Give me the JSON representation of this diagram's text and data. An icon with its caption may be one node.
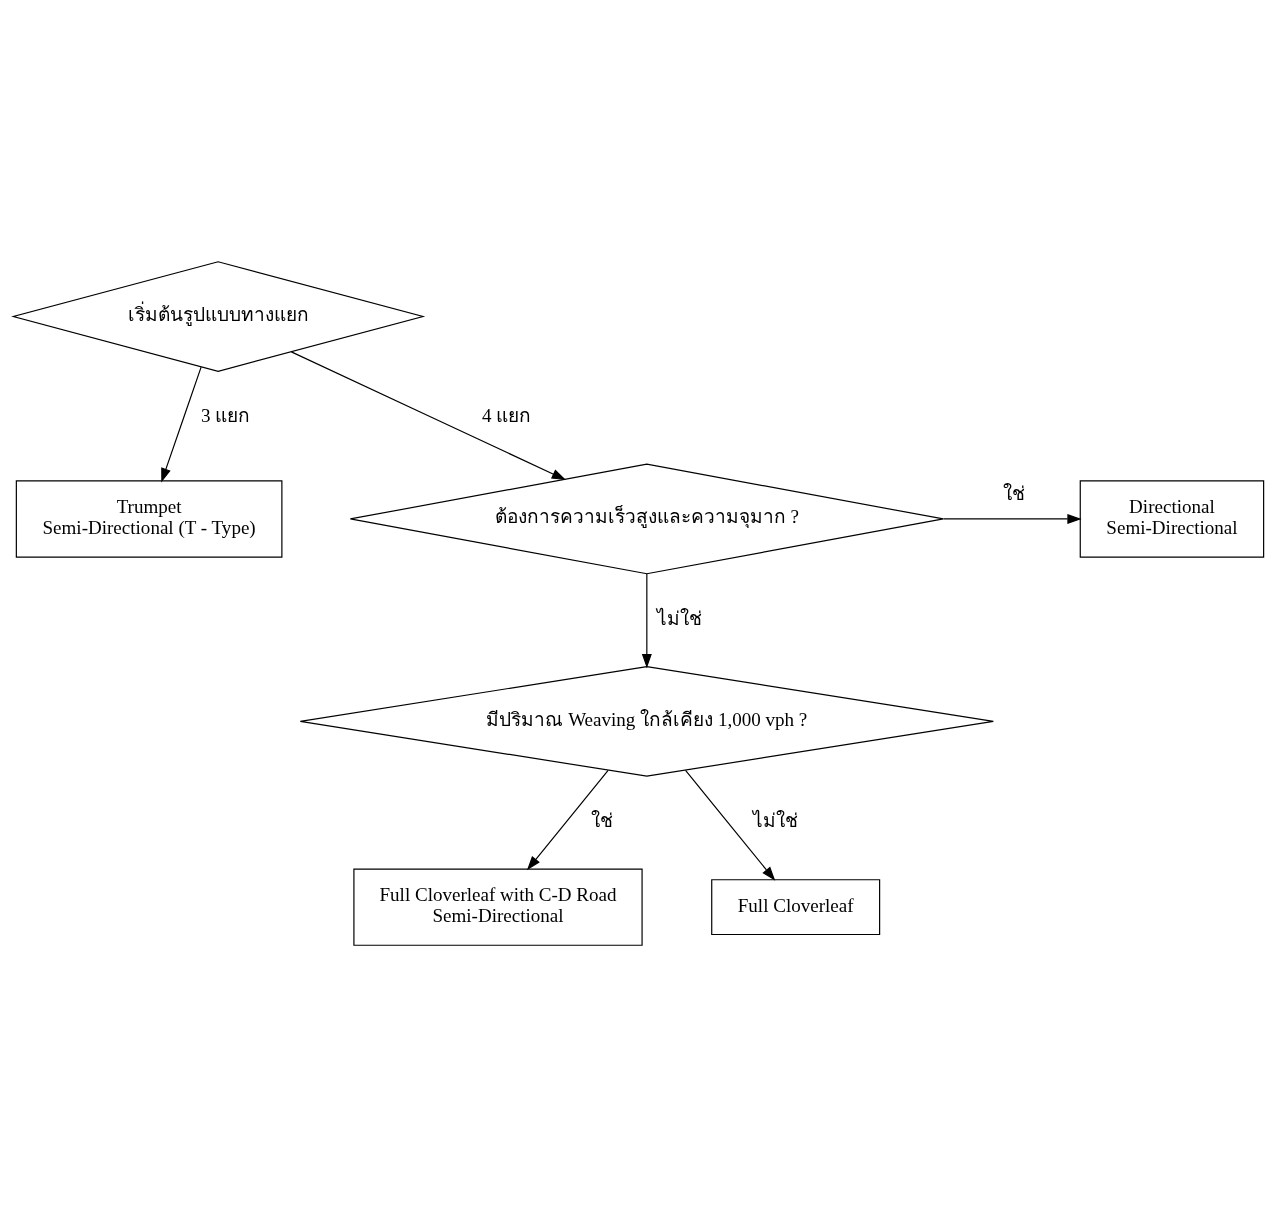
{
  "diagram": {
    "nodes": [
      {
        "text": [
          "เริ่มต้นรูปแบบทางแยก"
        ]
      },
      {
        "text": [
          "Trumpet",
          "Semi-Directional (T - Type)"
        ]
      },
      {
        "text": [
          "ต้องการความเร็วสูงและความจุมาก ?"
        ]
      },
      {
        "text": [
          "Directional",
          "Semi-Directional"
        ]
      },
      {
        "text": [
          "มีปริมาณ Weaving ใกล้เคียง 1,000 vph ?"
        ]
      },
      {
        "text": [
          "Full Cloverleaf with C-D Road",
          "Semi-Directional"
        ]
      },
      {
        "text": [
          "Full Cloverleaf"
        ]
      }
    ],
    "edges": [
      {
        "from": 0,
        "to": 1,
        "arrow": "to",
        "label": "3 แยก"
      },
      {
        "from": 0,
        "to": 2,
        "arrow": "to",
        "label": "4 แยก"
      },
      {
        "from": 2,
        "to": 3,
        "arrow": "to",
        "label": "ใช่"
      },
      {
        "from": 2,
        "to": 4,
        "arrow": "to",
        "label": "ไม่ใช่"
      },
      {
        "from": 4,
        "to": 5,
        "arrow": "to",
        "label": "ใช่"
      },
      {
        "from": 4,
        "to": 6,
        "arrow": "to",
        "label": "ไม่ใช่"
      }
    ]
  }
}
